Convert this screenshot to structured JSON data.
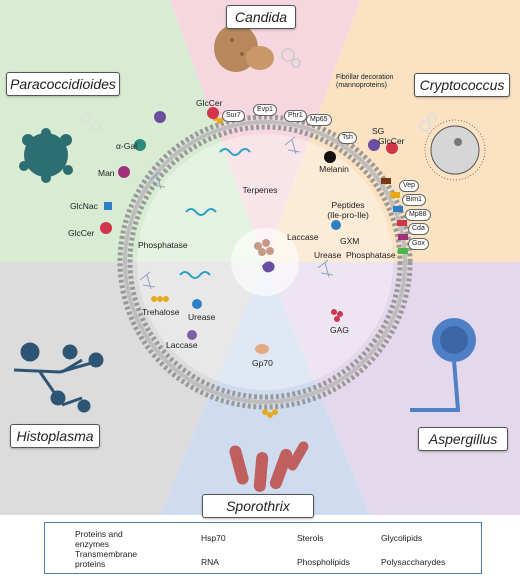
{
  "fungi": {
    "candida": "Candida",
    "paracoccidioides": "Paracoccidioides",
    "cryptococcus": "Cryptococcus",
    "histoplasma": "Histoplasma",
    "aspergillus": "Aspergillus",
    "sporothrix": "Sporothrix"
  },
  "annotation": "Fibrillar decoration\n(mannoproteins)",
  "membrane_tags": {
    "sur7": "Sur7",
    "evp1": "Evp1",
    "phr1": "Phr1",
    "mp65": "Mp65",
    "tsh": "Tsh",
    "vep": "Vep",
    "bim1": "Bim1",
    "mp88": "Mp88",
    "cda": "Cda",
    "gox": "Gox"
  },
  "cargo_labels": {
    "glccer_left": "GlcCer",
    "glccer_right": "GlcCer",
    "sg": "SG",
    "alpha_gal": "α-Gal",
    "man": "Man",
    "glcnac": "GlcNac",
    "glccer_lower": "GlcCer",
    "phosphatase_left": "Phosphatase",
    "terpenes": "Terpenes",
    "melanin": "Melanin",
    "peptides": "Peptides\n(Ile-pro-Ile)",
    "laccase_right": "Laccase",
    "gxm": "GXM",
    "urease_right": "Urease",
    "phosphatase_right": "Phosphatase",
    "trehalose": "Trehalose",
    "urease_left": "Urease",
    "laccase_left": "Laccase",
    "gag": "GAG",
    "gp70": "Gp70"
  },
  "legend": {
    "proteins": "Proteins and\nenzymes",
    "transmembrane": "Transmembrane\nproteins",
    "hsp70": "Hsp70",
    "rna": "RNA",
    "sterols": "Sterols",
    "phospholipids": "Phospholipids",
    "glycolipids": "Glycolipids",
    "polysaccharides": "Polysaccharydes"
  },
  "colors": {
    "candida_sector": "#f6d6df",
    "paracoccidioides_sector": "#d7ecd2",
    "cryptococcus_sector": "#fbe2c2",
    "histoplasma_sector": "#dcdcdc",
    "aspergillus_sector": "#e4d9ec",
    "sporothrix_sector": "#cfdcef",
    "membrane_head": "#9a9a9a",
    "rna_wave": "#2a9fc8",
    "hsp70": "#6a4fa0",
    "sterols": "#e6a91c",
    "tm_red": "#d2344c",
    "tm_blue": "#2e7fc6",
    "green_cargo": "#4cb44a",
    "legend_border": "#4a7fb0"
  },
  "icons": [
    "rna-wave-icon",
    "polysaccharide-icon",
    "hsp70-icon",
    "protein-cluster-icon",
    "sterol-icon",
    "phospholipid-icon",
    "glycolipid-icon",
    "transmembrane-icon"
  ]
}
